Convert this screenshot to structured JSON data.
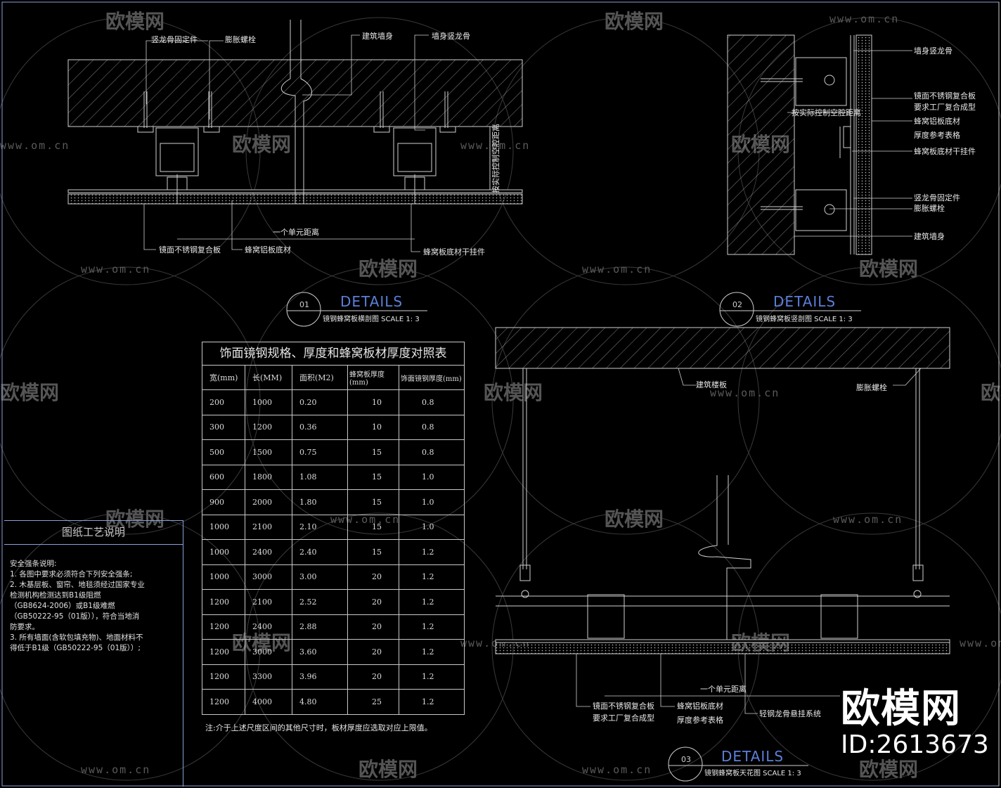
{
  "detail1": {
    "number": "01",
    "title": "DETAILS",
    "subtitle": "镜钢蜂窝板横剖图  SCALE 1: 3",
    "labels": {
      "keel_locator": "竖龙骨固定件",
      "expansion_bolt": "膨胀螺栓",
      "building_wall": "建筑墙身",
      "wall_keel": "墙身竖龙骨",
      "unit_distance": "一个单元距离",
      "mirror_panel": "镜面不锈钢复合板",
      "honeycomb_base": "蜂窝铝板底材",
      "dry_hanger": "蜂窝板底材干挂件",
      "cavity_control": "按实际控制空腔距离"
    }
  },
  "detail2": {
    "number": "02",
    "title": "DETAILS",
    "subtitle": "镜钢蜂窝板竖剖图  SCALE 1: 3",
    "labels": {
      "wall_keel": "墙身竖龙骨",
      "mirror_panel_1": "镜面不锈钢复合板",
      "mirror_panel_2": "要求工厂复合成型",
      "honeycomb_base": "蜂窝铝板底材",
      "thickness_ref": "厚度参考表格",
      "dry_hanger": "蜂窝板底材干挂件",
      "keel_locator": "竖龙骨固定件",
      "expansion_bolt": "膨胀螺栓",
      "building_wall": "建筑墙身",
      "cavity_control": "按实际控制空腔距离"
    }
  },
  "detail3": {
    "number": "03",
    "title": "DETAILS",
    "subtitle": "镜钢蜂窝板天花图  SCALE 1: 3",
    "labels": {
      "building_slab": "建筑楼板",
      "expansion_bolt": "膨胀螺栓",
      "unit_distance": "一个单元距离",
      "mirror_panel_1": "镜面不锈钢复合板",
      "mirror_panel_2": "要求工厂复合成型",
      "honeycomb_base": "蜂窝铝板底材",
      "thickness_ref": "厚度参考表格",
      "light_keel": "轻钢龙骨悬挂系统"
    }
  },
  "table": {
    "title": "饰面镜钢规格、厚度和蜂窝板材厚度对照表",
    "headers": [
      "宽(mm)",
      "长(MM)",
      "面积(M2)",
      "蜂窝板厚度(mm)",
      "饰面镜钢厚度(mm)"
    ],
    "rows": [
      [
        "200",
        "1000",
        "0.20",
        "10",
        "0.8"
      ],
      [
        "300",
        "1200",
        "0.36",
        "10",
        "0.8"
      ],
      [
        "500",
        "1500",
        "0.75",
        "15",
        "0.8"
      ],
      [
        "600",
        "1800",
        "1.08",
        "15",
        "1.0"
      ],
      [
        "900",
        "2000",
        "1.80",
        "15",
        "1.0"
      ],
      [
        "1000",
        "2100",
        "2.10",
        "15",
        "1.0"
      ],
      [
        "1000",
        "2400",
        "2.40",
        "15",
        "1.2"
      ],
      [
        "1000",
        "3000",
        "3.00",
        "20",
        "1.2"
      ],
      [
        "1200",
        "2100",
        "2.52",
        "20",
        "1.2"
      ],
      [
        "1200",
        "2400",
        "2.88",
        "20",
        "1.2"
      ],
      [
        "1200",
        "3000",
        "3.60",
        "20",
        "1.2"
      ],
      [
        "1200",
        "3300",
        "3.96",
        "20",
        "1.2"
      ],
      [
        "1200",
        "4000",
        "4.80",
        "25",
        "1.2"
      ]
    ],
    "note": "注:介于上述尺度区间的其他尺寸时，板材厚度应选取对应上限值。"
  },
  "notes": {
    "title": "图纸工艺说明",
    "lines": [
      "安全强条说明:",
      "1.  各图中要求必须符合下列安全强条;",
      "2.  木基层板、窗帘、地毯须经过国家专业",
      "     检测机构检测达到B1级阻燃",
      "     （GB8624-2006）或B1级难燃",
      "     （GB50222-95（01版）），符合当地消",
      "     防要求。",
      "3.  所有墙面(含软包填充物)、地面材料不",
      "     得低于B1级（GB50222-95（01版））;"
    ]
  },
  "brand": {
    "name": "欧模网",
    "id": "ID:2613673",
    "watermark": "欧模网",
    "watermark_url": "www.om.cn"
  },
  "colors": {
    "background": "#000000",
    "line": "#cfcfcf",
    "accent_blue": "#5b7fd8",
    "watermark": "#555555"
  }
}
